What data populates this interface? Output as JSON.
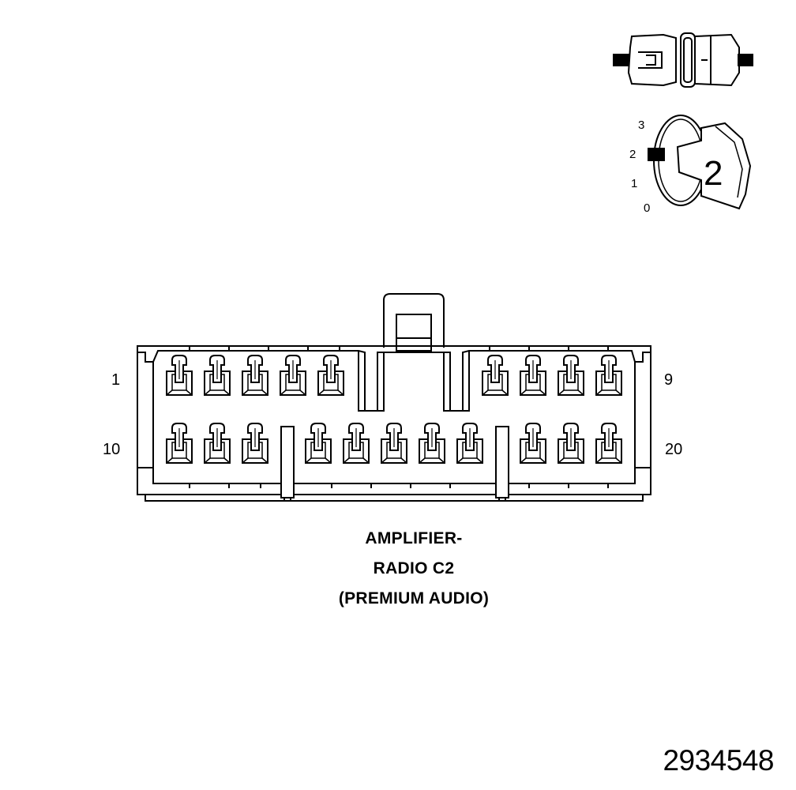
{
  "connector": {
    "title_lines": [
      "AMPLIFIER-",
      "RADIO C2",
      "(PREMIUM AUDIO)"
    ],
    "pin_labels": {
      "top_left": "1",
      "top_right": "9",
      "bottom_left": "10",
      "bottom_right": "20"
    }
  },
  "key_icon": {
    "scale_labels": [
      "3",
      "2",
      "1",
      "0"
    ],
    "key_number": "2"
  },
  "document_id": "2934548",
  "colors": {
    "line": "#000000",
    "background": "#ffffff"
  }
}
